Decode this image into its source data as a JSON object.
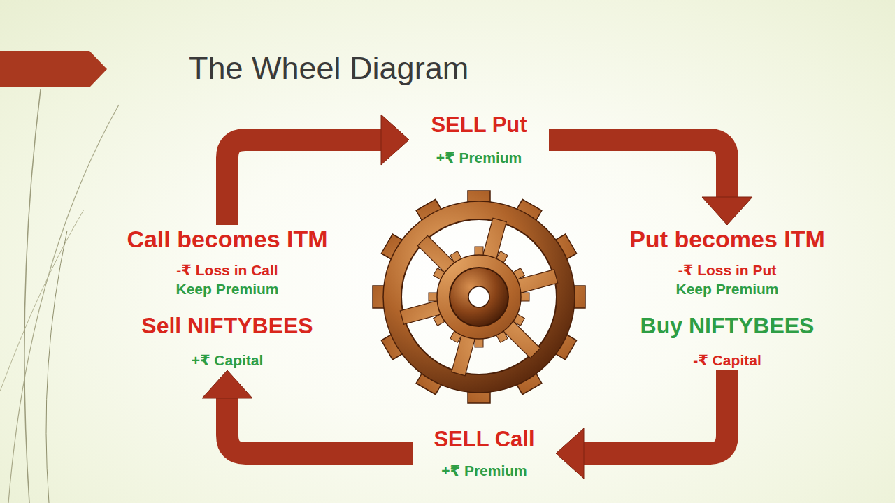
{
  "diagram": {
    "title": "The Wheel Diagram",
    "nodes": [
      {
        "text": [
          "SELL Put",
          "+₹ Premium"
        ]
      },
      {
        "text": [
          "Put becomes ITM",
          "-₹ Loss in Put",
          "Keep Premium",
          "Buy NIFTYBEES",
          "-₹ Capital"
        ]
      },
      {
        "text": [
          "SELL Call",
          "+₹ Premium"
        ]
      },
      {
        "text": [
          "Call becomes ITM",
          "-₹ Loss in Call",
          "Keep Premium",
          "Sell NIFTYBEES",
          "+₹ Capital"
        ]
      }
    ],
    "edges": [
      {
        "from": 0,
        "to": 1,
        "arrow": "to"
      },
      {
        "from": 1,
        "to": 2,
        "arrow": "to"
      },
      {
        "from": 2,
        "to": 3,
        "arrow": "to"
      },
      {
        "from": 3,
        "to": 0,
        "arrow": "to"
      }
    ]
  }
}
